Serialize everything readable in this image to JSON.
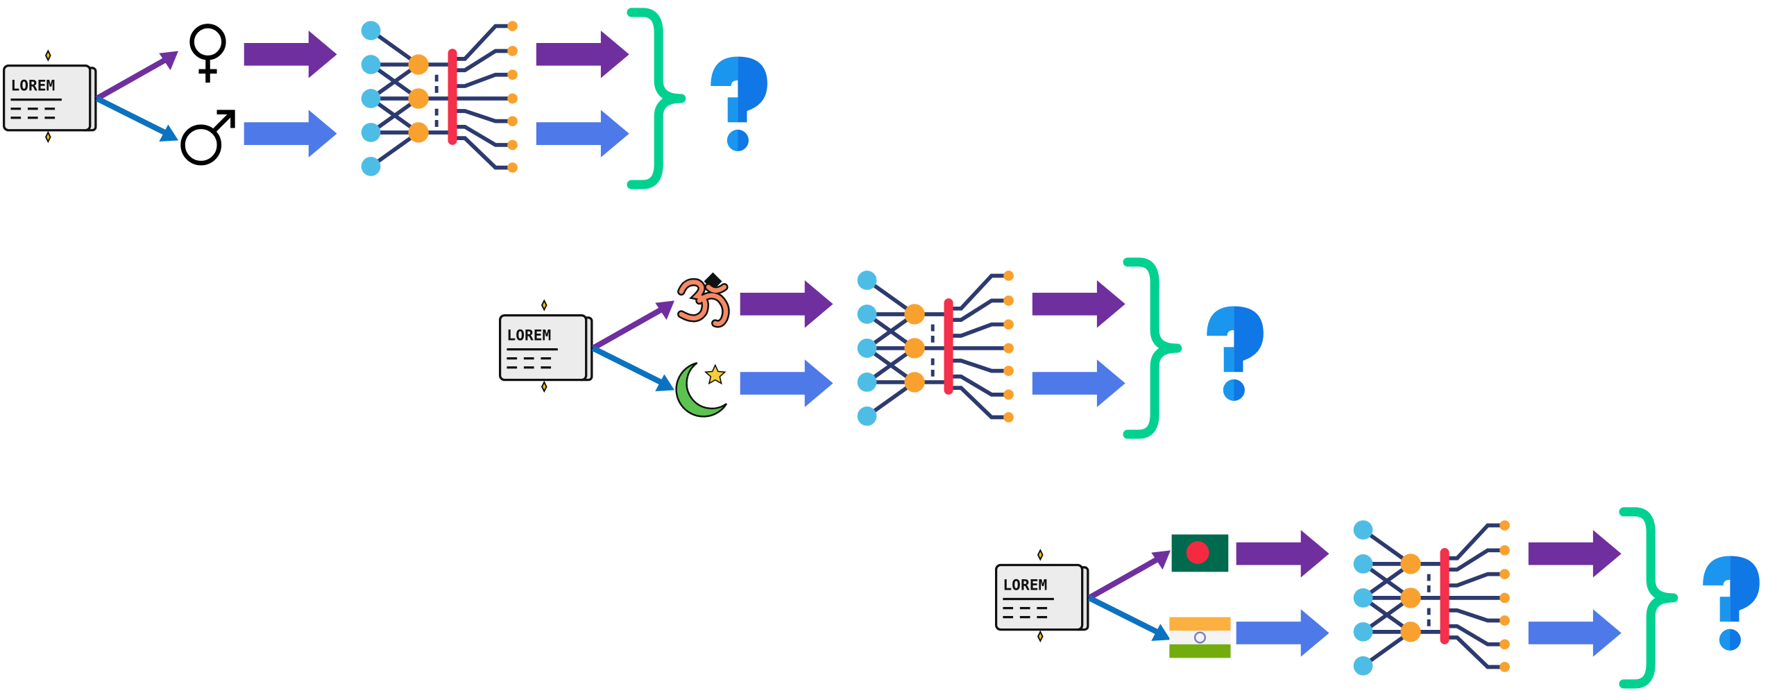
{
  "colors": {
    "purple": "#6f2f9f",
    "blue_arrow": "#4e79e8",
    "split_blue": "#0b72c0",
    "node_input": "#4dbde6",
    "node_hidden": "#f9a12e",
    "wire": "#2d3a6e",
    "bar": "#f4304a",
    "brace": "#00d191",
    "question_light": "#1a96ee",
    "question_dark": "#0f77e6"
  },
  "document_icon_text": "LOREM",
  "rows": [
    {
      "name": "gender",
      "top_icon": "female-symbol-icon",
      "bottom_icon": "male-symbol-icon"
    },
    {
      "name": "religion",
      "top_icon": "om-symbol-icon",
      "bottom_icon": "crescent-star-icon"
    },
    {
      "name": "nationality",
      "top_icon": "bangladesh-flag-icon",
      "bottom_icon": "india-flag-icon"
    }
  ]
}
